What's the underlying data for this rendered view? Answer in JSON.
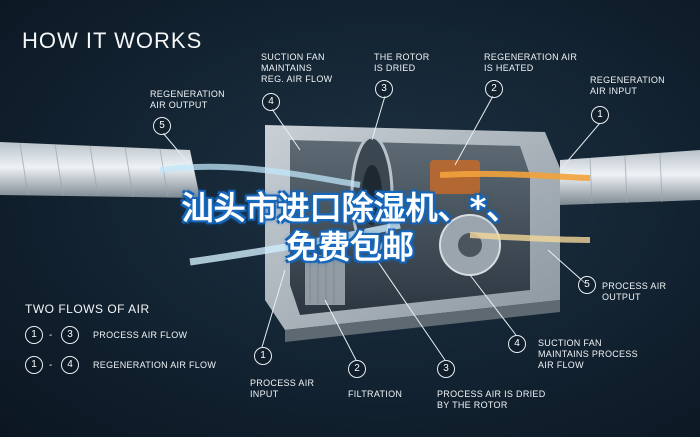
{
  "title": "HOW IT WORKS",
  "callouts": {
    "c5_top": {
      "num": "5",
      "line1": "REGENERATION",
      "line2": "AIR OUTPUT"
    },
    "c4_top": {
      "num": "4",
      "line1": "SUCTION FAN",
      "line2": "MAINTAINS",
      "line3": "REG. AIR FLOW"
    },
    "c3_top": {
      "num": "3",
      "line1": "THE ROTOR",
      "line2": "IS DRIED"
    },
    "c2_top": {
      "num": "2",
      "line1": "REGENERATION AIR",
      "line2": "IS HEATED"
    },
    "c1_top": {
      "num": "1",
      "line1": "REGENERATION",
      "line2": "AIR INPUT"
    },
    "c5_right": {
      "num": "5",
      "line1": "PROCESS AIR",
      "line2": "OUTPUT"
    },
    "c4_bottom": {
      "num": "4",
      "line1": "SUCTION FAN",
      "line2": "MAINTAINS PROCESS",
      "line3": "AIR FLOW"
    },
    "c1_bottom": {
      "num": "1",
      "line1": "PROCESS AIR",
      "line2": "INPUT"
    },
    "c2_bottom": {
      "num": "2",
      "line1": "FILTRATION"
    },
    "c3_bottom": {
      "num": "3",
      "line1": "PROCESS AIR IS DRIED",
      "line2": "BY THE ROTOR"
    }
  },
  "flows": {
    "title": "TWO FLOWS OF AIR",
    "rows": [
      {
        "from": "1",
        "sep": "-",
        "to": "3",
        "label": "PROCESS AIR FLOW"
      },
      {
        "from": "1",
        "sep": "-",
        "to": "4",
        "label": "REGENERATION AIR FLOW"
      }
    ]
  },
  "overlay": {
    "line1": "汕头市进口除湿机、*、",
    "line2": "免费包邮"
  },
  "colors": {
    "background": "#142534",
    "regeneration_air": "#f2a23a",
    "process_air": "#7cc8f0",
    "overlay_outline": "#1560b0"
  }
}
